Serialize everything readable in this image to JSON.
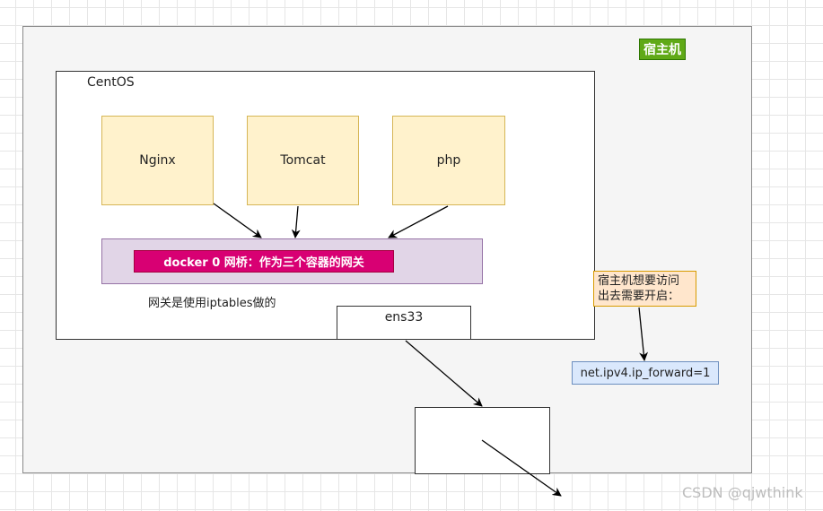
{
  "host": {
    "label": "宿主机"
  },
  "centos": {
    "label": "CentOS"
  },
  "containers": [
    {
      "name": "Nginx"
    },
    {
      "name": "Tomcat"
    },
    {
      "name": "php"
    }
  ],
  "bridge": {
    "label": "docker 0 网桥：作为三个容器的网关"
  },
  "gateway_note": "网关是使用iptables做的",
  "interface": {
    "label": "ens33"
  },
  "callout": {
    "line1": "宿主机想要访问",
    "line2": "出去需要开启："
  },
  "forward_setting": "net.ipv4.ip_forward=1",
  "watermark": "CSDN @qjwthink",
  "colors": {
    "host_label_bg": "#60a917",
    "container_fill": "#fff2cc",
    "bridge_fill": "#e1d5e7",
    "bridge_label_bg": "#d80073",
    "callout_fill": "#ffe6cc",
    "setting_fill": "#dae8fc"
  }
}
